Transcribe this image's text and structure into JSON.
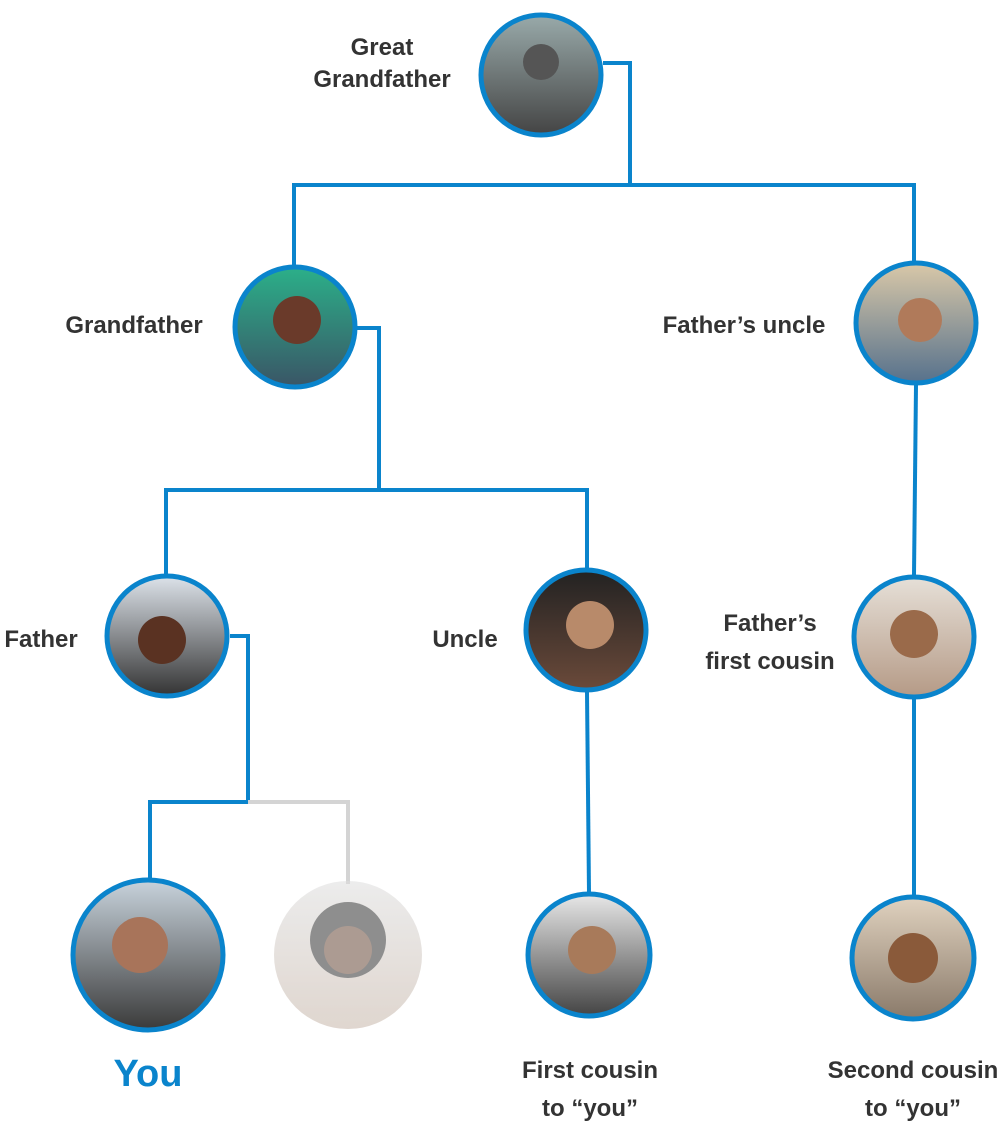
{
  "colors": {
    "line": "#0a84cc",
    "inactive_line": "#d4d4d4",
    "text": "#333333",
    "highlight": "#0a84cc"
  },
  "people": {
    "great_grandfather": {
      "label_line1": "Great",
      "label_line2": "Grandfather"
    },
    "grandfather": {
      "label": "Grandfather"
    },
    "fathers_uncle": {
      "label": "Father’s uncle"
    },
    "father": {
      "label": "Father"
    },
    "uncle": {
      "label": "Uncle"
    },
    "fathers_first_cousin": {
      "label_line1": "Father’s",
      "label_line2": "first cousin"
    },
    "you": {
      "label": "You"
    },
    "first_cousin": {
      "label_line1": "First cousin",
      "label_line2": "to “you”"
    },
    "second_cousin": {
      "label_line1": "Second cousin",
      "label_line2": "to “you”"
    }
  }
}
